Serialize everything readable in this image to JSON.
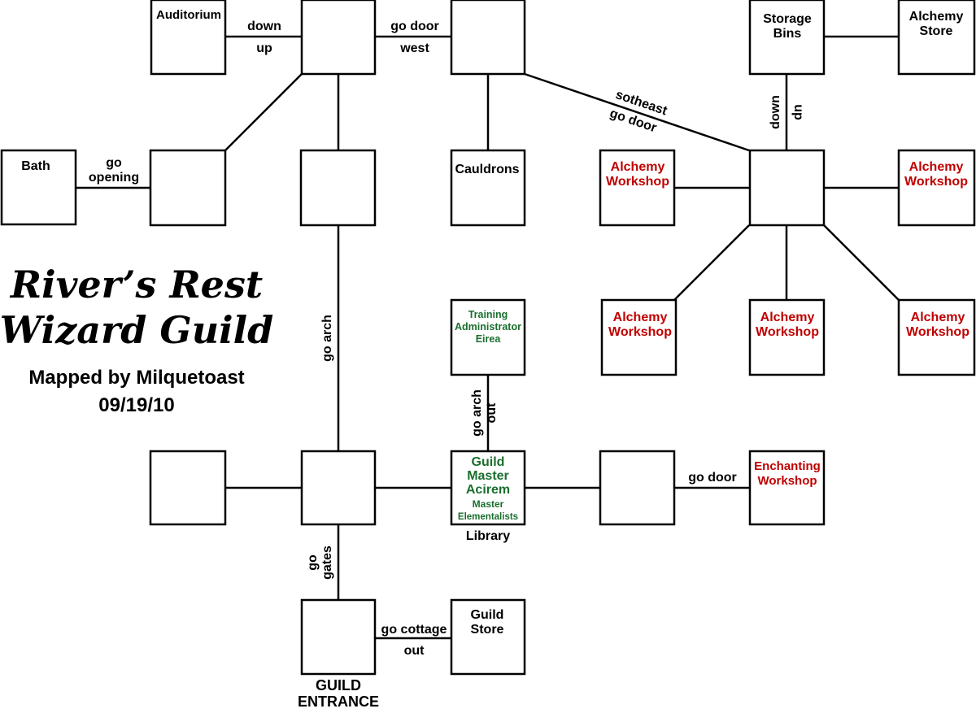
{
  "title_line1": "River’s Rest",
  "title_line2": "Wizard Guild",
  "mapped_by": "Mapped by Milquetoast",
  "date": "09/19/10",
  "rooms": {
    "auditorium": "Auditorium",
    "storage_bins_1": "Storage",
    "storage_bins_2": "Bins",
    "alchemy_store_1": "Alchemy",
    "alchemy_store_2": "Store",
    "bath": "Bath",
    "cauldrons": "Cauldrons",
    "aw_1": "Alchemy",
    "aw_2": "Workshop",
    "training_1": "Training",
    "training_2": "Administrator",
    "training_3": "Eirea",
    "gm_1": "Guild",
    "gm_2": "Master",
    "gm_3": "Acirem",
    "gm_4": "Master",
    "gm_5": "Elementalists",
    "library": "Library",
    "enchanting_1": "Enchanting",
    "enchanting_2": "Workshop",
    "guild_store_1": "Guild",
    "guild_store_2": "Store",
    "entrance_1": "GUILD",
    "entrance_2": "ENTRANCE"
  },
  "exits": {
    "down": "down",
    "up": "up",
    "go_door": "go door",
    "west": "west",
    "sotheast": "sotheast",
    "go_door_diag": "go door",
    "down_v": "down",
    "up_v": "up",
    "go": "go",
    "opening": "opening",
    "go_arch": "go arch",
    "go_arch_short": "go arch",
    "out_v": "out",
    "go_door_ench": "go door",
    "go_v": "go",
    "gates": "gates",
    "go_cottage": "go cottage",
    "out": "out"
  }
}
